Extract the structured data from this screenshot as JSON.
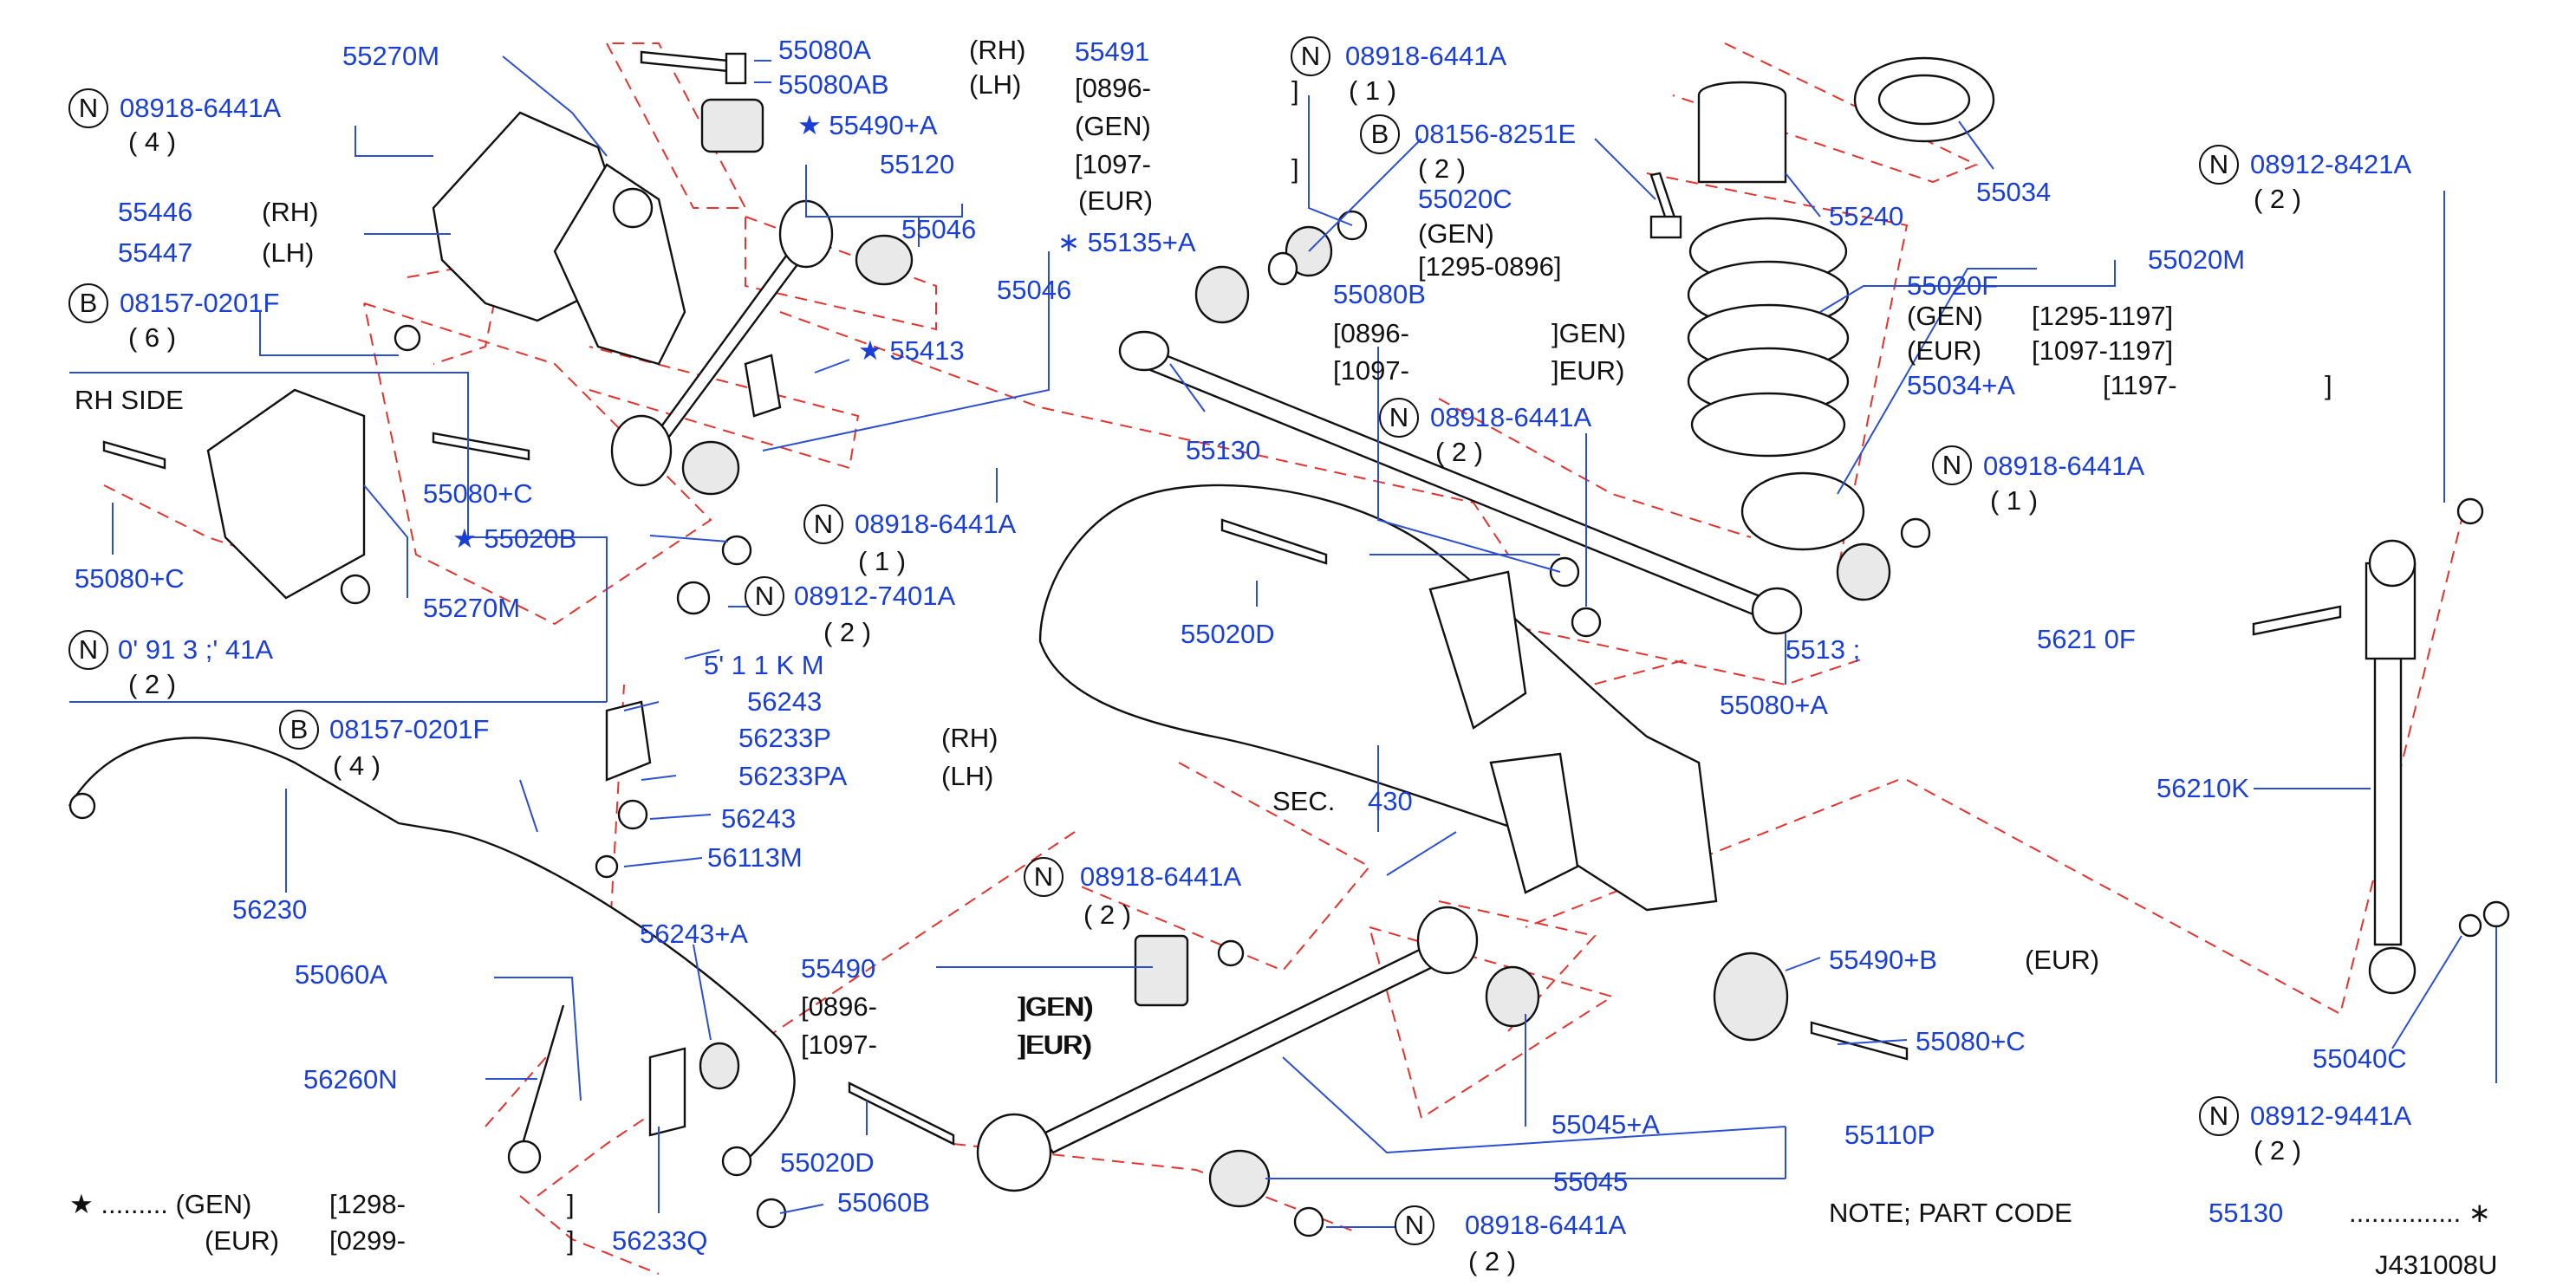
{
  "diagram_code": "J431008U",
  "colors": {
    "label_blue": "#1a3fd6",
    "leader_blue": "#2b4fcf",
    "dash_red": "#e4332d",
    "outline": "#111111"
  },
  "labels": {
    "p55270M_top": "55270M",
    "p55080A": "55080A",
    "p55080AB": "55080AB",
    "rh_top": "(RH)",
    "lh_top": "(LH)",
    "p55491": "55491",
    "br_0896_a": "[0896-",
    "gen_a": "(GEN)",
    "br_1097_a": "[1097-",
    "eur_a": "(EUR)",
    "star_55490A": "★ 55490+A",
    "p55120": "55120",
    "p55046_a": "55046",
    "ast_55135A": "∗ 55135+A",
    "p55046_b": "55046",
    "star_55413": "★ 55413",
    "n_08918_6441A_topL": "08918-6441A",
    "q4_a": "( 4 )",
    "p55446": "55446",
    "rh_55446": "(RH)",
    "p55447": "55447",
    "lh_55447": "(LH)",
    "b_08157_0201F_a": "08157-0201F",
    "q6": "( 6 )",
    "rh_side": "RH   SIDE",
    "p55080C_a": "55080+C",
    "star_55020B": "★ 55020B",
    "p55080C_b": "55080+C",
    "p55270M_b": "55270M",
    "n_08918_6441A_mid": "08918-6441A",
    "q1_mid": "( 1 )",
    "n_08912_7401A": "08912-7401A",
    "q2_7401": "( 2 )",
    "n_08918_6441A_partial": "0' 91 3  ;' 41A",
    "q_partial": "( 2 )",
    "p56113M_partial": "5' 1 1 K  M",
    "p56243_a": "56243",
    "p56233P": "56233P",
    "p56233PA": "56233PA",
    "rh_56": "(RH)",
    "lh_56": "(LH)",
    "b_08157_0201F_b": "08157-0201F",
    "q4_b": "( 4 )",
    "p56243_b": "56243",
    "p56113M": "56113M",
    "p56230": "56230",
    "p56243A": "56243+A",
    "p55060A": "55060A",
    "p55490": "55490",
    "br_0896_b": "[0896-",
    "br_1097_b": "[1097-",
    "gen_b": "]GEN)",
    "eur_b": "]EUR)",
    "p56260N": "56260N",
    "p55020D_b": "55020D",
    "p55060B": "55060B",
    "p56233Q": "56233Q",
    "star_gen_note": "★ ......... (GEN)",
    "br_1298": "[1298-",
    "eur_note": "(EUR)",
    "br_0299": "[0299-",
    "close_1": "]",
    "close_2": "]",
    "sec": "SEC.",
    "sec_num": "430",
    "p55020D_a": "55020D",
    "n_08918_6441A_ctr": "08918-6441A",
    "q2_ctr": "( 2 )",
    "gen_ctr": "]GEN)",
    "eur_ctr": "]EUR)",
    "n_08918_6441A_topC": "08918-6441A",
    "q1_topC": "( 1 )",
    "close_topC": "]",
    "b_08156_8251E": "08156-8251E",
    "q2_8251": "( 2 )",
    "close_8251": "]",
    "p55020C": "55020C",
    "gen_55020C": "(GEN)",
    "br_1295_0896": "[1295-0896]",
    "p55080B": "55080B",
    "br_0896_c": "[0896-",
    "gen_c": "]GEN)",
    "br_1097_c": "[1097-",
    "eur_c": "]EUR)",
    "p55130": "55130",
    "n_08918_6441A_r": "08918-6441A",
    "q2_r": "( 2 )",
    "p55240": "55240",
    "p55034": "55034",
    "p55020F": "55020F",
    "p55020M": "55020M",
    "gen_f": "(GEN)",
    "br_1295_1197": "[1295-1197]",
    "eur_f": "(EUR)",
    "br_1097_1197": "[1097-1197]",
    "p55034A": "55034+A",
    "br_1197": "[1197-",
    "close_1197": "]",
    "n_08918_6441A_rr": "08918-6441A",
    "q1_rr": "( 1 )",
    "p55080A_r": "55080+A",
    "p55135_partial": "5513 ;",
    "p56210F_partial": "5621 0F",
    "n_08912_8421A": "08912-8421A",
    "q2_8421": "( 2 )",
    "p56210K": "56210K",
    "p55040C": "55040C",
    "n_08912_9441A": "08912-9441A",
    "q2_9441": "( 2 )",
    "p55490B": "55490+B",
    "eur_55490B": "(EUR)",
    "p55080C_c": "55080+C",
    "p55045A": "55045+A",
    "p55110P": "55110P",
    "p55045": "55045",
    "n_08918_6441A_bot": "08918-6441A",
    "q2_bot": "( 2 )",
    "note": "NOTE;    PART    CODE",
    "note_code": "55130",
    "note_dots": "............... ∗",
    "badge_n": "N",
    "badge_b": "B"
  }
}
